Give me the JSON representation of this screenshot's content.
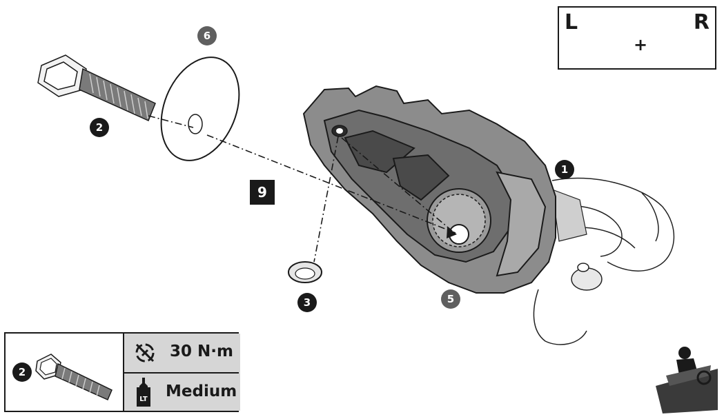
{
  "step_number": "9",
  "side_indicator": {
    "left_label": "L",
    "plus": "+",
    "right_label": "R"
  },
  "callouts": {
    "bolt": "2",
    "washer": "6",
    "cap": "3",
    "footpeg": "5",
    "mount": "1"
  },
  "spec_panel": {
    "part_callout": "2",
    "torque": "30 N·m",
    "threadlocker": "Medium",
    "threadlocker_icon_text": "LT"
  },
  "icons": [
    "torque-wrench-icon",
    "threadlocker-bottle-icon",
    "rider-standing-icon",
    "rider-left-arrow-icon",
    "rider-right-arrow-icon"
  ],
  "colors": {
    "callout_dark": "#1a1a1a",
    "callout_grey": "#5f5f5f",
    "panel_grey": "#d6d6d6",
    "footpeg_body": "#8c8c8c"
  }
}
